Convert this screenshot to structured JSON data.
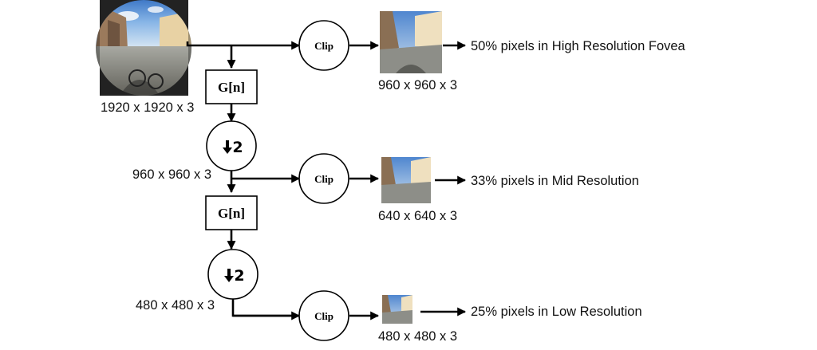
{
  "source": {
    "label": "1920 x 1920 x 3"
  },
  "operators": {
    "gaussian": "G[n]",
    "downsample": "2",
    "downsample_icon": "down-arrow-icon",
    "clip": "Clip"
  },
  "levels": [
    {
      "input_label": "",
      "output_label": "960 x 960 x 3",
      "description": "50% pixels in High Resolution Fovea"
    },
    {
      "input_label": "960 x 960 x 3",
      "output_label": "640 x 640 x 3",
      "description": "33% pixels in Mid Resolution"
    },
    {
      "input_label": "480 x 480 x 3",
      "output_label": "480 x 480 x 3",
      "description": "25% pixels in Low Resolution"
    }
  ]
}
